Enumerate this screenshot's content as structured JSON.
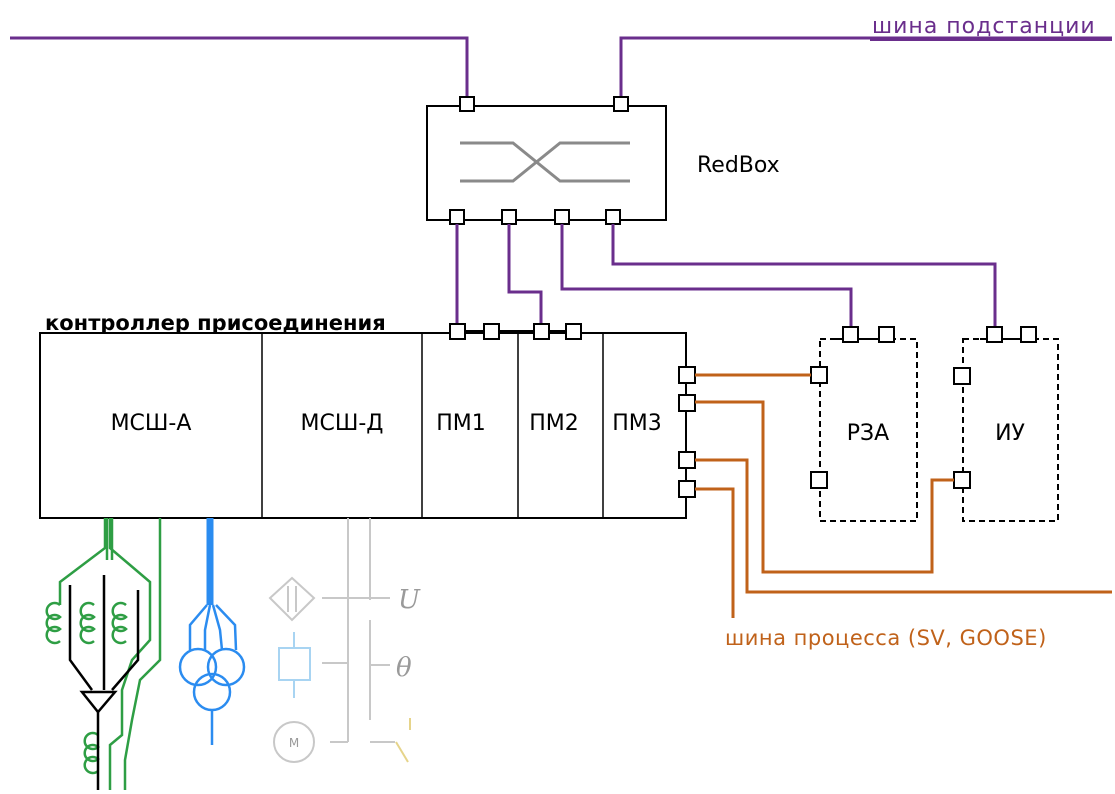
{
  "buses": {
    "station_bus_label": "шина подстанции",
    "process_bus_label": "шина процесса (SV, GOOSE)"
  },
  "redbox": {
    "label": "RedBox"
  },
  "controller": {
    "title": "контроллер присоединения",
    "modules": [
      "МСШ-А",
      "МСШ-Д",
      "ПМ1",
      "ПМ2",
      "ПМ3"
    ]
  },
  "devices": {
    "rza": "РЗА",
    "iu": "ИУ"
  },
  "sensors": {
    "voltage": "U",
    "temperature": "θ",
    "motor": "M"
  },
  "colors": {
    "station_bus": "#6a2e8c",
    "process_bus": "#c0621a",
    "current_circuits": "#2e9e44",
    "voltage_circuits": "#2b8cf0",
    "greyed_signals": "#c8c8c8"
  }
}
